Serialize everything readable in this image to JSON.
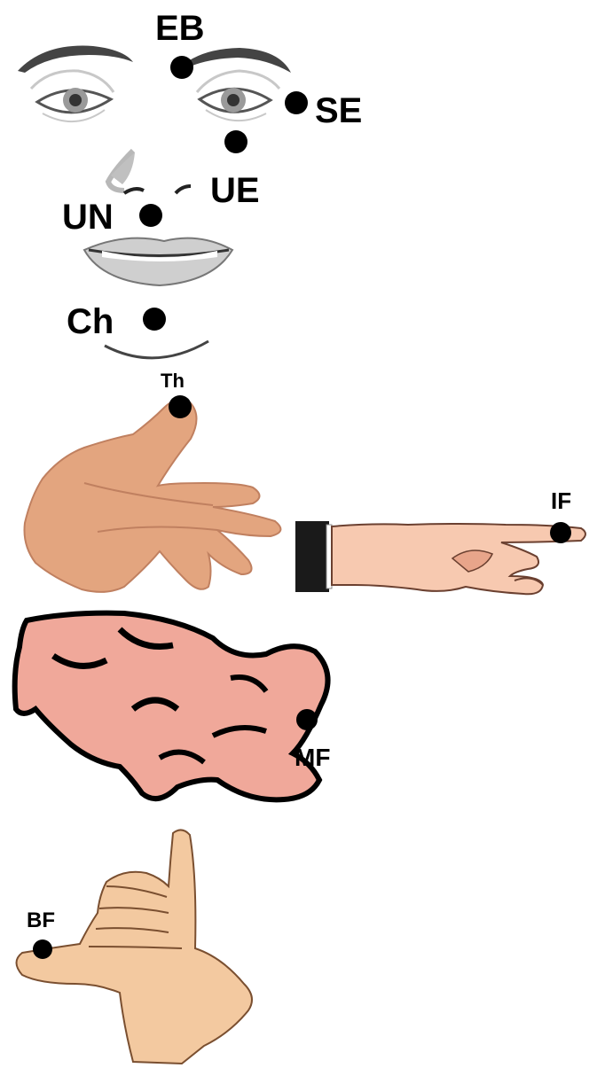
{
  "title": "",
  "points": [
    {
      "id": "eyebrow",
      "label": "EB"
    },
    {
      "id": "side-eye",
      "label": "SE"
    },
    {
      "id": "under-eye",
      "label": "UE"
    },
    {
      "id": "under-nose",
      "label": "UN"
    },
    {
      "id": "chin",
      "label": "Ch"
    },
    {
      "id": "thumb",
      "label": "Th"
    },
    {
      "id": "index-finger",
      "label": "IF"
    },
    {
      "id": "middle-finger",
      "label": "MF"
    },
    {
      "id": "baby-finger",
      "label": "BF"
    }
  ],
  "colors": {
    "skin": "#f2c8a0",
    "skin_dark": "#d8a07a",
    "pink_skin": "#f3b3a6",
    "outline": "#000000",
    "gray": "#9a9a9a",
    "dot": "#000000"
  }
}
